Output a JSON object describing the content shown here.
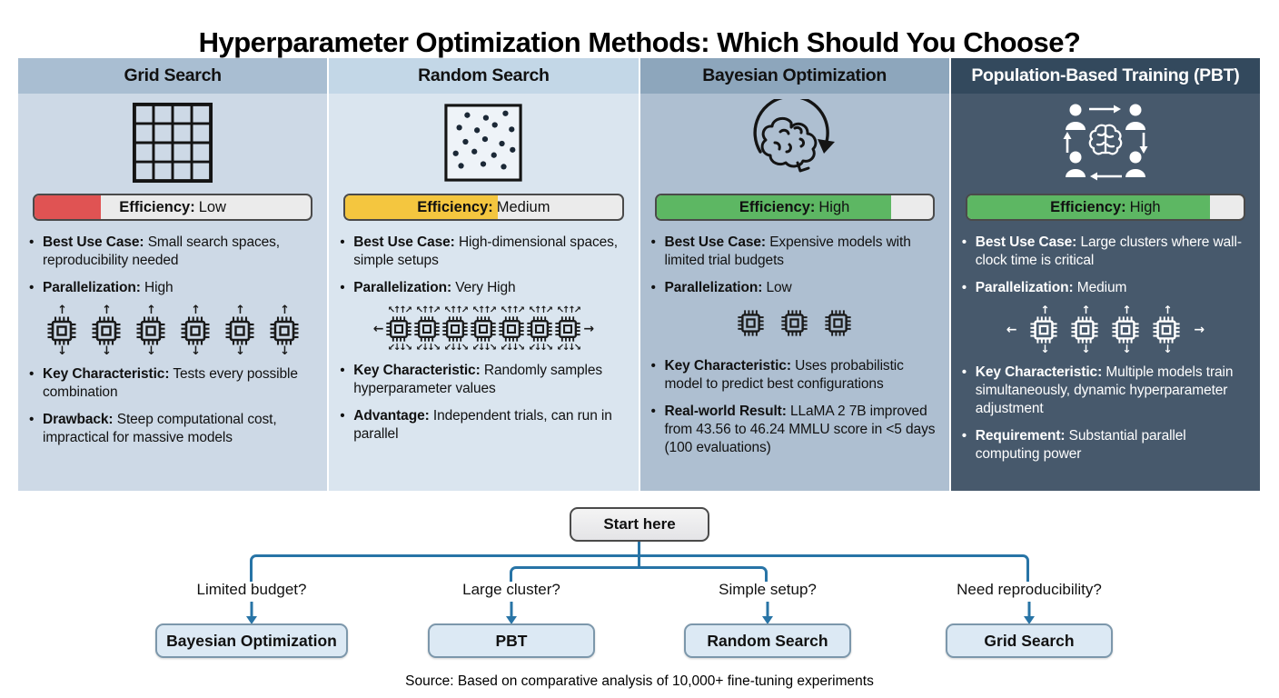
{
  "title": {
    "lead": "Hyperparameter",
    "rest": " Optimization Methods: Which Should You Choose?"
  },
  "columns": [
    {
      "name": "Grid Search",
      "icon": "grid-icon",
      "colors": {
        "header": "#a9bed2",
        "body": "#cdd9e6",
        "text": "#111111"
      },
      "efficiency": {
        "label": "Efficiency:",
        "value": "Low",
        "fill_pct": 24,
        "fill_color": "#e05353"
      },
      "bullets": [
        {
          "label": "Best Use Case:",
          "text": "Small search spaces, reproducibility needed"
        },
        {
          "label": "Parallelization:",
          "text": "High"
        },
        {
          "label": "Key Characteristic:",
          "text": "Tests every possible combination"
        },
        {
          "label": "Drawback:",
          "text": "Steep computational cost, impractical for massive models"
        }
      ],
      "chips": {
        "count": 6,
        "size": 34,
        "gap": 15,
        "arrow_size": 13,
        "top_arrows": "↑",
        "bottom_arrows": "↓",
        "color": "#1a1a1a"
      }
    },
    {
      "name": "Random Search",
      "icon": "scatter-icon",
      "colors": {
        "header": "#c3d7e7",
        "body": "#dae5ef",
        "text": "#111111"
      },
      "efficiency": {
        "label": "Efficiency:",
        "value": "Medium",
        "fill_pct": 55,
        "fill_color": "#f4c63f"
      },
      "bullets": [
        {
          "label": "Best Use Case:",
          "text": "High-dimensional spaces, simple setups"
        },
        {
          "label": "Parallelization:",
          "text": "Very High"
        },
        {
          "label": "Key Characteristic:",
          "text": "Randomly samples hyperparameter values"
        },
        {
          "label": "Advantage:",
          "text": "Independent trials, can run in parallel"
        }
      ],
      "chips": {
        "count": 7,
        "size": 30,
        "gap": 1,
        "arrow_size": 10,
        "top_arrows": "↖↑↑↗",
        "bottom_arrows": "↙↓↓↘",
        "left_arrow": "←",
        "right_arrow": "→",
        "color": "#1a1a1a"
      }
    },
    {
      "name": "Bayesian Optimization",
      "icon": "brain-icon",
      "colors": {
        "header": "#8da6bc",
        "body": "#aebfd1",
        "text": "#111111"
      },
      "efficiency": {
        "label": "Efficiency:",
        "value": "High",
        "fill_pct": 85,
        "fill_color": "#5db763"
      },
      "bullets": [
        {
          "label": "Best Use Case:",
          "text": "Expensive models with limited trial budgets"
        },
        {
          "label": "Parallelization:",
          "text": "Low"
        },
        {
          "label": "Key Characteristic:",
          "text": "Uses probabilistic model to predict best configurations"
        },
        {
          "label": "Real-world Result:",
          "text": "LLaMA 2 7B improved from 43.56 to 46.24 MMLU score in <5 days (100 evaluations)"
        }
      ],
      "chips": {
        "count": 3,
        "size": 31,
        "gap": 17,
        "arrow_size": 0,
        "color": "#1a1a1a"
      }
    },
    {
      "name": "Population-Based Training (PBT)",
      "icon": "pbt-icon",
      "colors": {
        "header": "#33495d",
        "body": "#47596c",
        "text": "#ffffff"
      },
      "efficiency": {
        "label": "Efficiency:",
        "value": "High",
        "fill_pct": 88,
        "fill_color": "#5db763"
      },
      "bullets": [
        {
          "label": "Best Use Case:",
          "text": "Large clusters where wall-clock time is critical"
        },
        {
          "label": "Parallelization:",
          "text": "Medium"
        },
        {
          "label": "Key Characteristic:",
          "text": "Multiple models train simultaneously, dynamic hyperparameter adjustment"
        },
        {
          "label": "Requirement:",
          "text": "Substantial parallel computing power"
        }
      ],
      "chips": {
        "count": 4,
        "size": 32,
        "gap": 13,
        "arrow_size": 12,
        "top_arrows": "↑",
        "bottom_arrows": "↓",
        "left_arrow": "←",
        "right_arrow": "→",
        "color": "#ffffff"
      }
    }
  ],
  "flow": {
    "start_label": "Start here",
    "line_color": "#2874a6",
    "branches": [
      {
        "question": "Limited budget?",
        "answer": "Bayesian Optimization"
      },
      {
        "question": "Large cluster?",
        "answer": "PBT"
      },
      {
        "question": "Simple setup?",
        "answer": "Random Search"
      },
      {
        "question": "Need reproducibility?",
        "answer": "Grid Search"
      }
    ]
  },
  "source": "Source: Based on comparative analysis of 10,000+ fine-tuning experiments"
}
